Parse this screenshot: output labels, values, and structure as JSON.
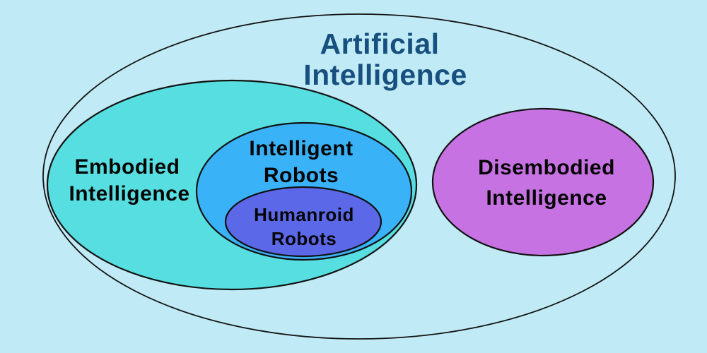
{
  "labels": {
    "title_line1": "Artificial",
    "title_line2": "Intelligence",
    "embodied_line1": "Embodied",
    "embodied_line2": "Intelligence",
    "intelligent_line1": "Intelligent",
    "intelligent_line2": "Robots",
    "humanroid_line1": "Humanroid",
    "humanroid_line2": "Robots",
    "disembodied_line1": "Disembodied",
    "disembodied_line2": "Intelligence"
  },
  "colors": {
    "background": "#c0eaf5",
    "outer_fill": "#c0eaf5",
    "embodied_fill": "#57dee0",
    "intelligent_fill": "#3ab2f8",
    "humanroid_fill": "#5b68e8",
    "disembodied_fill": "#c772e2",
    "title_text": "#17507f",
    "label_text": "#050505"
  },
  "sets": [
    {
      "name": "Artificial Intelligence",
      "contains": [
        "Embodied Intelligence",
        "Disembodied Intelligence"
      ]
    },
    {
      "name": "Embodied Intelligence",
      "contains": [
        "Intelligent Robots"
      ]
    },
    {
      "name": "Intelligent Robots",
      "contains": [
        "Humanroid Robots"
      ]
    },
    {
      "name": "Humanroid Robots",
      "contains": []
    },
    {
      "name": "Disembodied Intelligence",
      "contains": []
    }
  ]
}
